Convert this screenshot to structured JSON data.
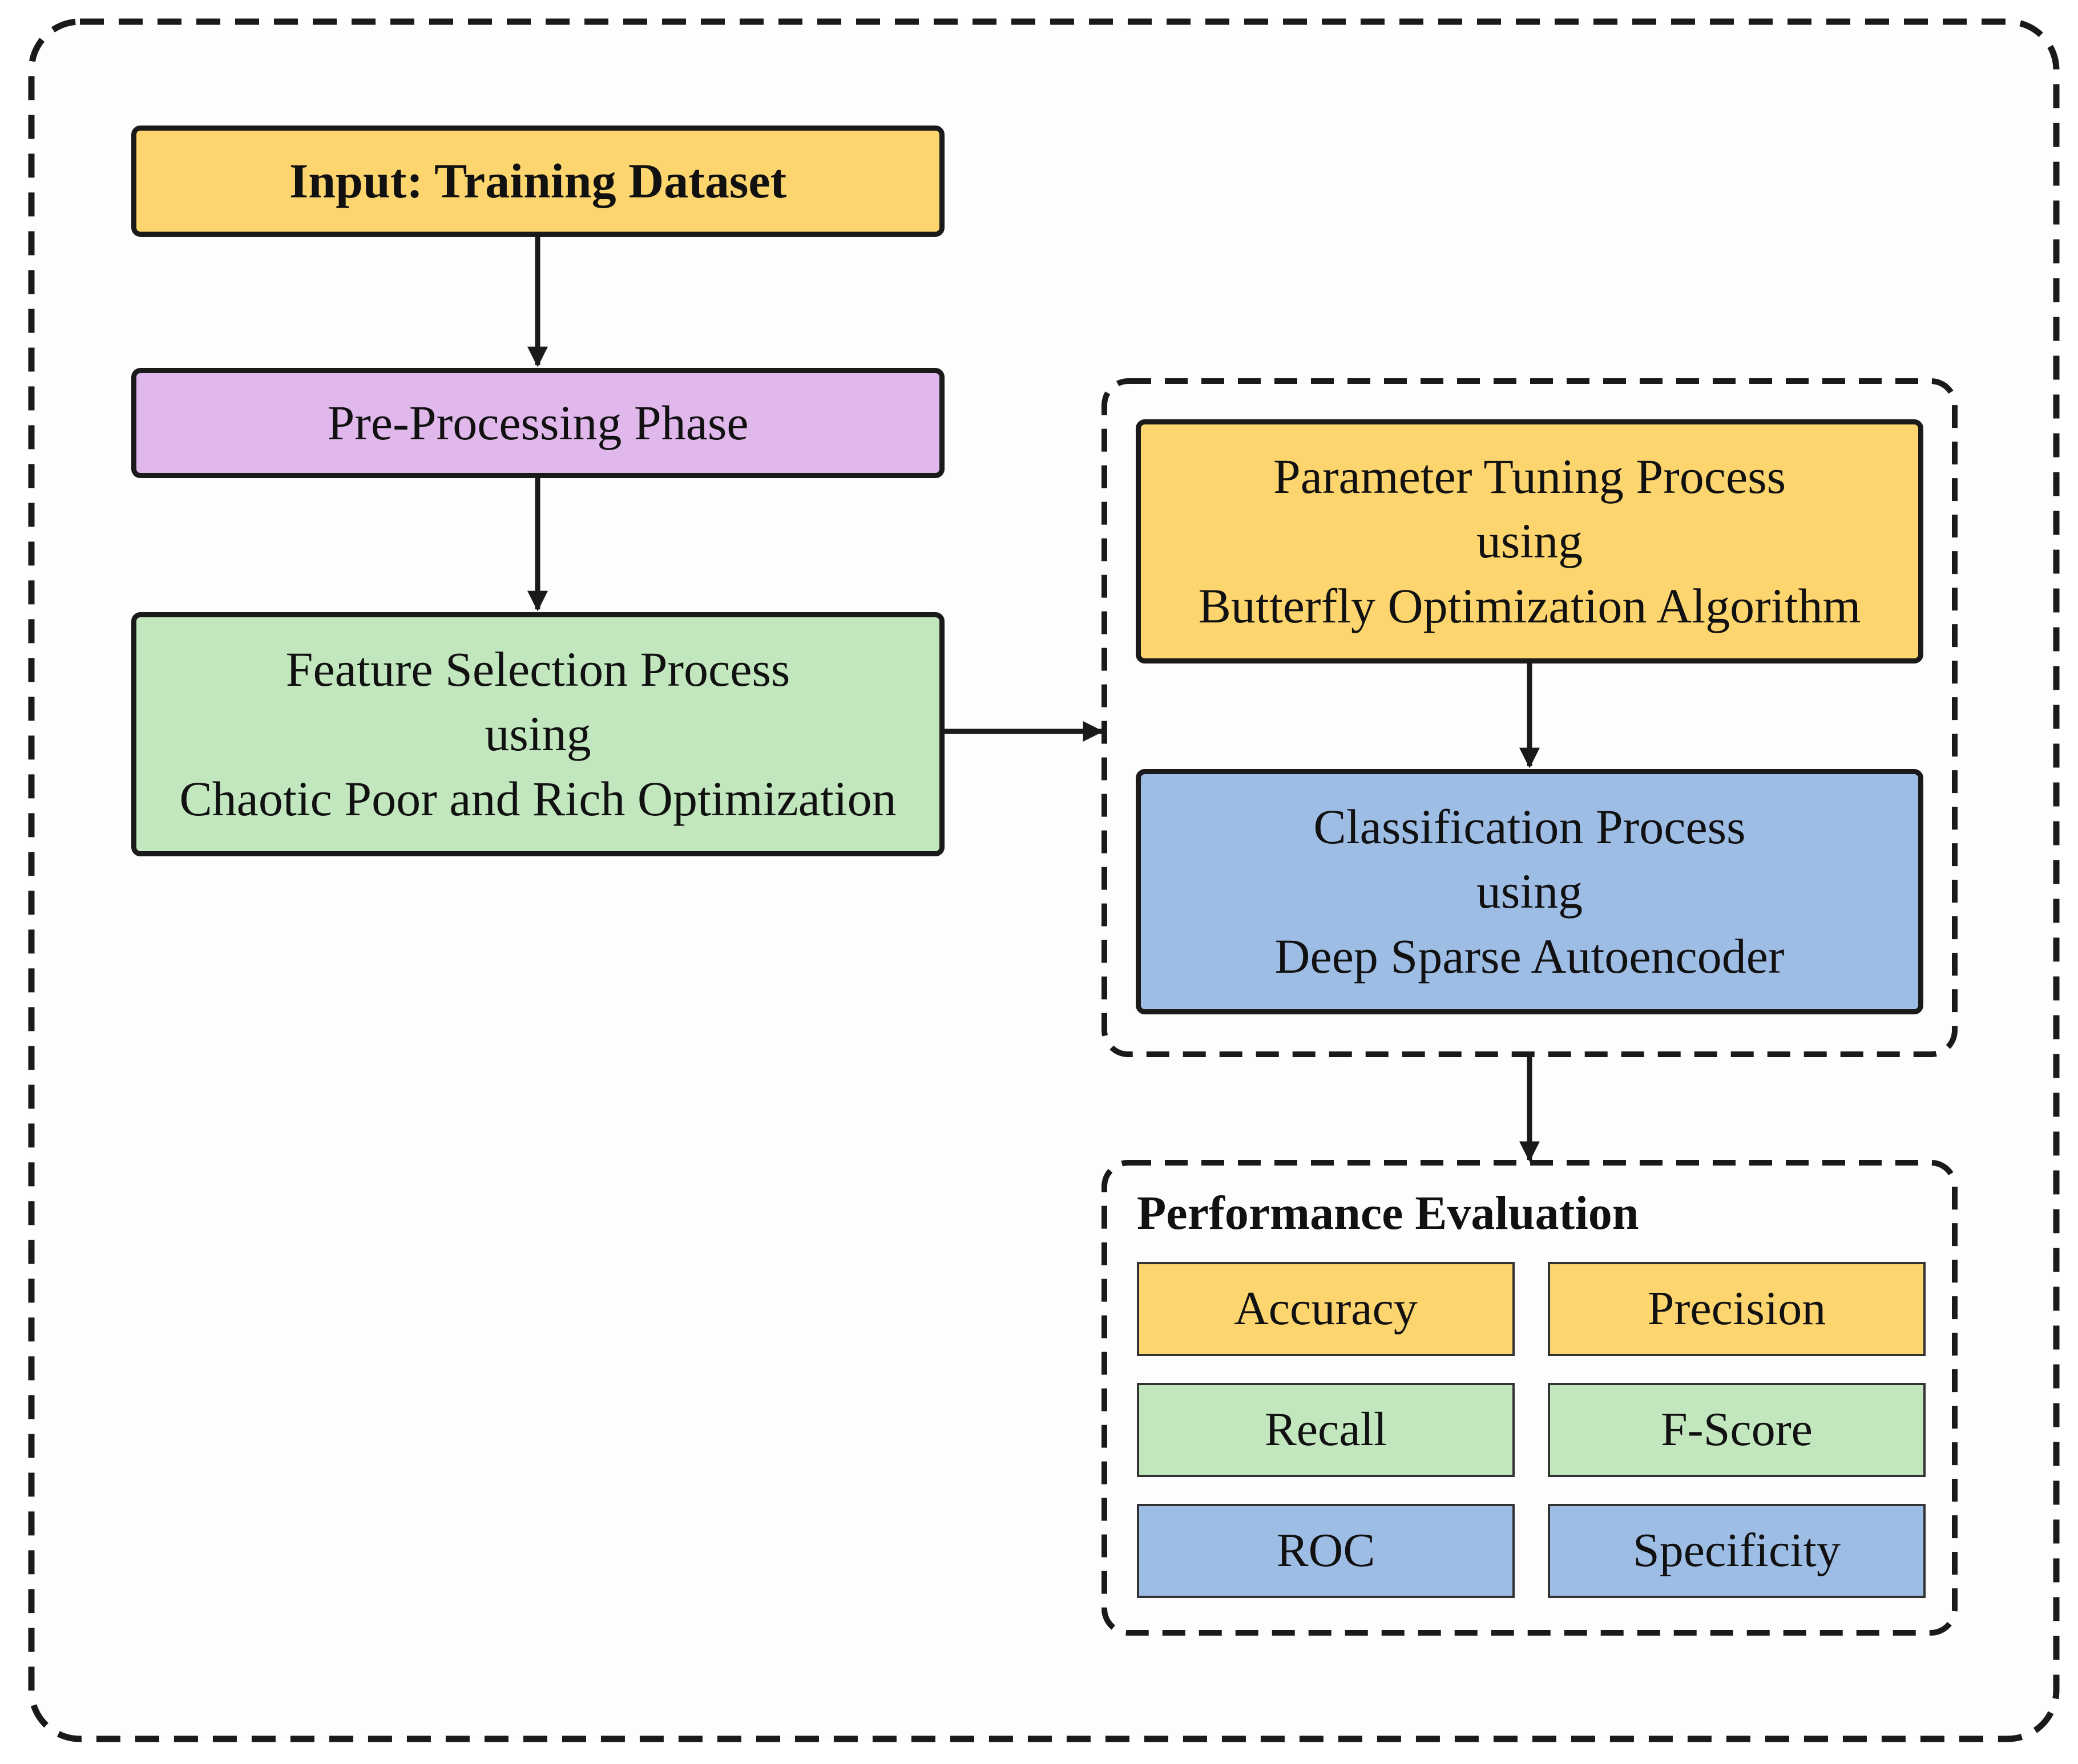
{
  "colors": {
    "yellow": "#fdd56e",
    "purple": "#e0b8ec",
    "green": "#c2e6bd",
    "blue": "#9ebde5",
    "stroke": "#1a1a1a",
    "background": "#fdfdfd"
  },
  "nodes": {
    "input": {
      "lines": [
        "Input: Training Dataset"
      ]
    },
    "preprocessing": {
      "lines": [
        "Pre-Processing Phase"
      ]
    },
    "feature_selection": {
      "lines": [
        "Feature Selection Process",
        "using",
        "Chaotic Poor and Rich Optimization"
      ]
    },
    "parameter_tuning": {
      "lines": [
        "Parameter Tuning Process",
        "using",
        "Butterfly Optimization Algorithm"
      ]
    },
    "classification": {
      "lines": [
        "Classification Process",
        "using",
        "Deep Sparse Autoencoder"
      ]
    }
  },
  "performance": {
    "title": "Performance Evaluation",
    "metrics": [
      "Accuracy",
      "Precision",
      "Recall",
      "F-Score",
      "ROC",
      "Specificity"
    ]
  }
}
